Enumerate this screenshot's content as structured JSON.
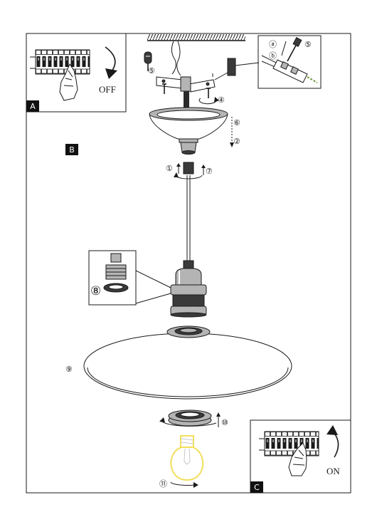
{
  "panel_a": {
    "label": "A",
    "switch_text": "OFF"
  },
  "panel_b": {
    "label": "B"
  },
  "panel_c": {
    "label": "C",
    "switch_text": "ON"
  },
  "step_markers": [
    "⑤",
    "④",
    "⑥",
    "②",
    "①",
    "⑦",
    "⑧",
    "⑨",
    "⑩",
    "⑪"
  ],
  "wiring_inset": {
    "markers": [
      "ⓐ",
      "⑤",
      "ⓑ"
    ]
  },
  "icons": [
    "screwdriver-icon",
    "hand-icon",
    "curved-arrow-icon",
    "rotate-arrow-icon"
  ],
  "colors": {
    "line": "#1a1a1a",
    "label_fill": "#111111",
    "label_text": "#ffffff",
    "metal": "#b4b4b4",
    "bulb_glow": "#f2df5a",
    "wire_green": "#6a9a3a"
  }
}
